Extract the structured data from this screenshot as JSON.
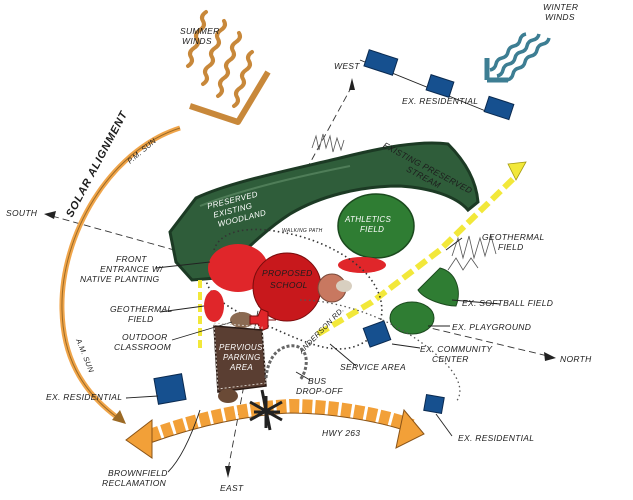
{
  "labels": {
    "summer_winds": [
      "SUMMER",
      "WINDS"
    ],
    "winter_winds": [
      "WINTER",
      "WINDS"
    ],
    "west": "WEST",
    "east": "EAST",
    "north": "NORTH",
    "south": "SOUTH",
    "solar_alignment": "SOLAR ALIGNMENT",
    "pm_sun": "P.M. SUN",
    "am_sun": "A.M. SUN",
    "ex_residential_top": "EX. RESIDENTIAL",
    "ex_residential_left": "EX. RESIDENTIAL",
    "ex_residential_bottom": "EX. RESIDENTIAL",
    "existing_preserved_stream": [
      "EXISTING PRESERVED",
      "STREAM"
    ],
    "preserved_woodland": [
      "PRESERVED",
      "EXISTING",
      "WOODLAND"
    ],
    "athletics_field": [
      "ATHLETICS",
      "FIELD"
    ],
    "geothermal_field_right": [
      "GEOTHERMAL",
      "FIELD"
    ],
    "walking_path": "WALKING PATH",
    "front_entrance": [
      "FRONT",
      "ENTRANCE W/",
      "NATIVE PLANTING"
    ],
    "proposed_school": [
      "PROPOSED",
      "SCHOOL"
    ],
    "geothermal_field_left": [
      "GEOTHERMAL",
      "FIELD"
    ],
    "outdoor_classroom": [
      "OUTDOOR",
      "CLASSROOM"
    ],
    "ex_softball_field": "EX. SOFTBALL FIELD",
    "ex_playground": "EX. PLAYGROUND",
    "ex_community_center": [
      "EX. COMMUNITY",
      "CENTER"
    ],
    "anderson_rd": "ANDERSON RD.",
    "pervious_parking": [
      "PERVIOUS",
      "PARKING",
      "AREA"
    ],
    "service_area": "SERVICE AREA",
    "bus_dropoff": [
      "BUS",
      "DROP-OFF"
    ],
    "hwy": "HWY 263",
    "brownfield": [
      "BROWNFIELD",
      "RECLAMATION"
    ]
  },
  "colors": {
    "woodland": "#2f5d3a",
    "woodland_edge": "#1c3a24",
    "athletics": "#2f7d33",
    "school": "#c8181c",
    "geothermal": "#e0262a",
    "parking": "#5a3e32",
    "residential": "#16508f",
    "road_yellow": "#f2e83a",
    "hwy_orange": "#f2a038",
    "summer_wind": "#c8883a",
    "winter_wind": "#3d7e93",
    "solar_arc": "#f0a54a"
  },
  "icons": [
    "compass-arrow-icon",
    "building-icon",
    "bus-stop-icon",
    "highway-interchange-icon"
  ]
}
